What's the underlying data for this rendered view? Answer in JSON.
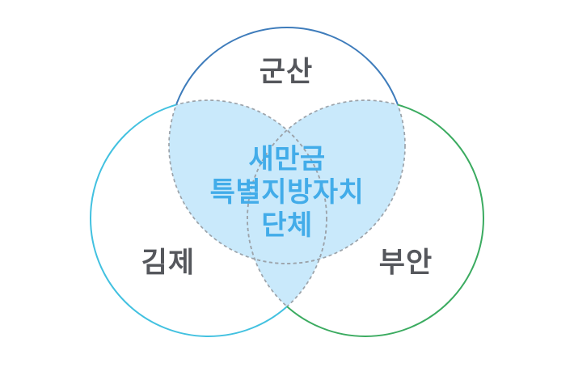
{
  "diagram": {
    "type": "venn",
    "circles": [
      {
        "id": "gunsan",
        "label": "군산",
        "position": "top",
        "color": "#3E7CBB"
      },
      {
        "id": "gimje",
        "label": "김제",
        "position": "bottom-left",
        "color": "#42C1E0"
      },
      {
        "id": "buan",
        "label": "부안",
        "position": "bottom-right",
        "color": "#3BAB60"
      }
    ],
    "center": {
      "lines": [
        "새만금",
        "특별지방자치",
        "단체"
      ]
    }
  },
  "colors": {
    "background": "#FFFFFF",
    "gunsan_circle": "#3E7CBB",
    "gimje_circle": "#42C1E0",
    "buan_circle": "#3BAB60",
    "overlap_fill": "#C9E9FB",
    "dashed_border": "#9CA3AA",
    "center_text": "#42ACE9",
    "label_text": "#55575C"
  }
}
